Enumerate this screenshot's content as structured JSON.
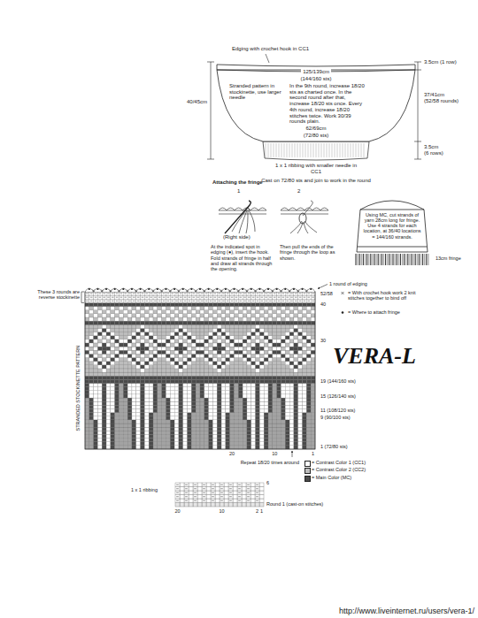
{
  "diagram": {
    "nodes": [
      {
        "text": [
          "Stranded pattern in stockinette, use larger needle",
          "In the 9th round, increase 18/20 sts as charted once. In the second round after that, increase 18/20 sts once. Every 4th round, increase 18/20 stitches twice. Work 30/39 rounds plain."
        ]
      },
      {
        "text": [
          "Using MC, cut strands of yarn 28cm long for fringe. Use 4 strands for each location, at 36/40 locations = 144/160 strands."
        ]
      }
    ],
    "labels": [
      "Edging with crochet hook in CC1",
      "125/139cm",
      "(144/160 sts)",
      "3.5cm (1 row)",
      "40/45cm",
      "37/41cm",
      "(52/58 rounds)",
      "62/69cm",
      "(72/80 sts)",
      "3.5cm",
      "(6 rows)",
      "1 x 1 ribbing with smaller needle in CC1",
      "Cast on 72/80 sts and join to work in the round",
      "Attaching the fringe",
      "1",
      "(Right side)",
      "2",
      "At the indicated spot in edging (●), insert the hook. Fold strands of fringe in half and draw all strands through the opening.",
      "Then pull the ends of the fringe through the loop as shown.",
      "13cm fringe",
      "These 3 rounds are reverse stockinette",
      "STRANDED STOCKINETTE PATTERN",
      "1 round of edging",
      "= With crochet hook work 2 knit stitches together to bind off",
      "= Where to attach fringe",
      "52/58",
      "40",
      "30",
      "19 (144/160 sts)",
      "15 (126/140 sts)",
      "11 (108/120 sts)",
      "9 (90/100 sts)",
      "1 (72/80 sts)",
      "20",
      "10",
      "1",
      "Repeat 18/20 times around",
      "1 x 1 ribbing",
      "6",
      "Round 1 (cast-on stitches)",
      "20",
      "10",
      "2",
      "1",
      "VERA-L",
      "http://www.liveinternet.ru/users/vera-1/"
    ],
    "legend": [
      {
        "text": "= Contrast Color 1 (CC1)",
        "color": "#ffffff"
      },
      {
        "text": "= Contrast Color 2 (CC2)",
        "color": "#bdbdbd"
      },
      {
        "text": "= Main Color (MC)",
        "color": "#4a4a4a"
      }
    ]
  }
}
